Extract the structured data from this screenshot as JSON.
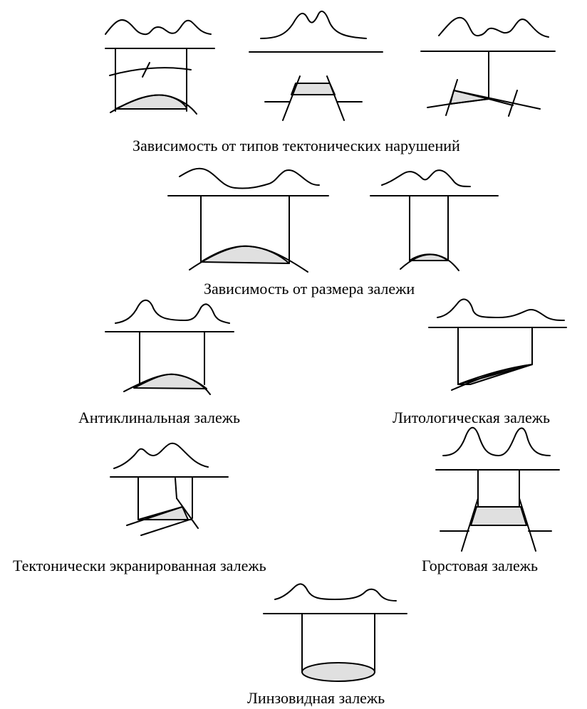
{
  "captions": {
    "tectonic_types": "Зависимость от типов тектонических нарушений",
    "deposit_size": "Зависимость от размера залежи",
    "anticlinal": "Антиклинальная залежь",
    "lithological": "Литологическая залежь",
    "tectonic_screened": "Тектонически экранированная залежь",
    "horst": "Горстовая залежь",
    "lenticular": "Линзовидная залежь"
  },
  "colors": {
    "line": "#000000",
    "deposit_fill": "#e0e0e0",
    "background": "#ffffff"
  }
}
